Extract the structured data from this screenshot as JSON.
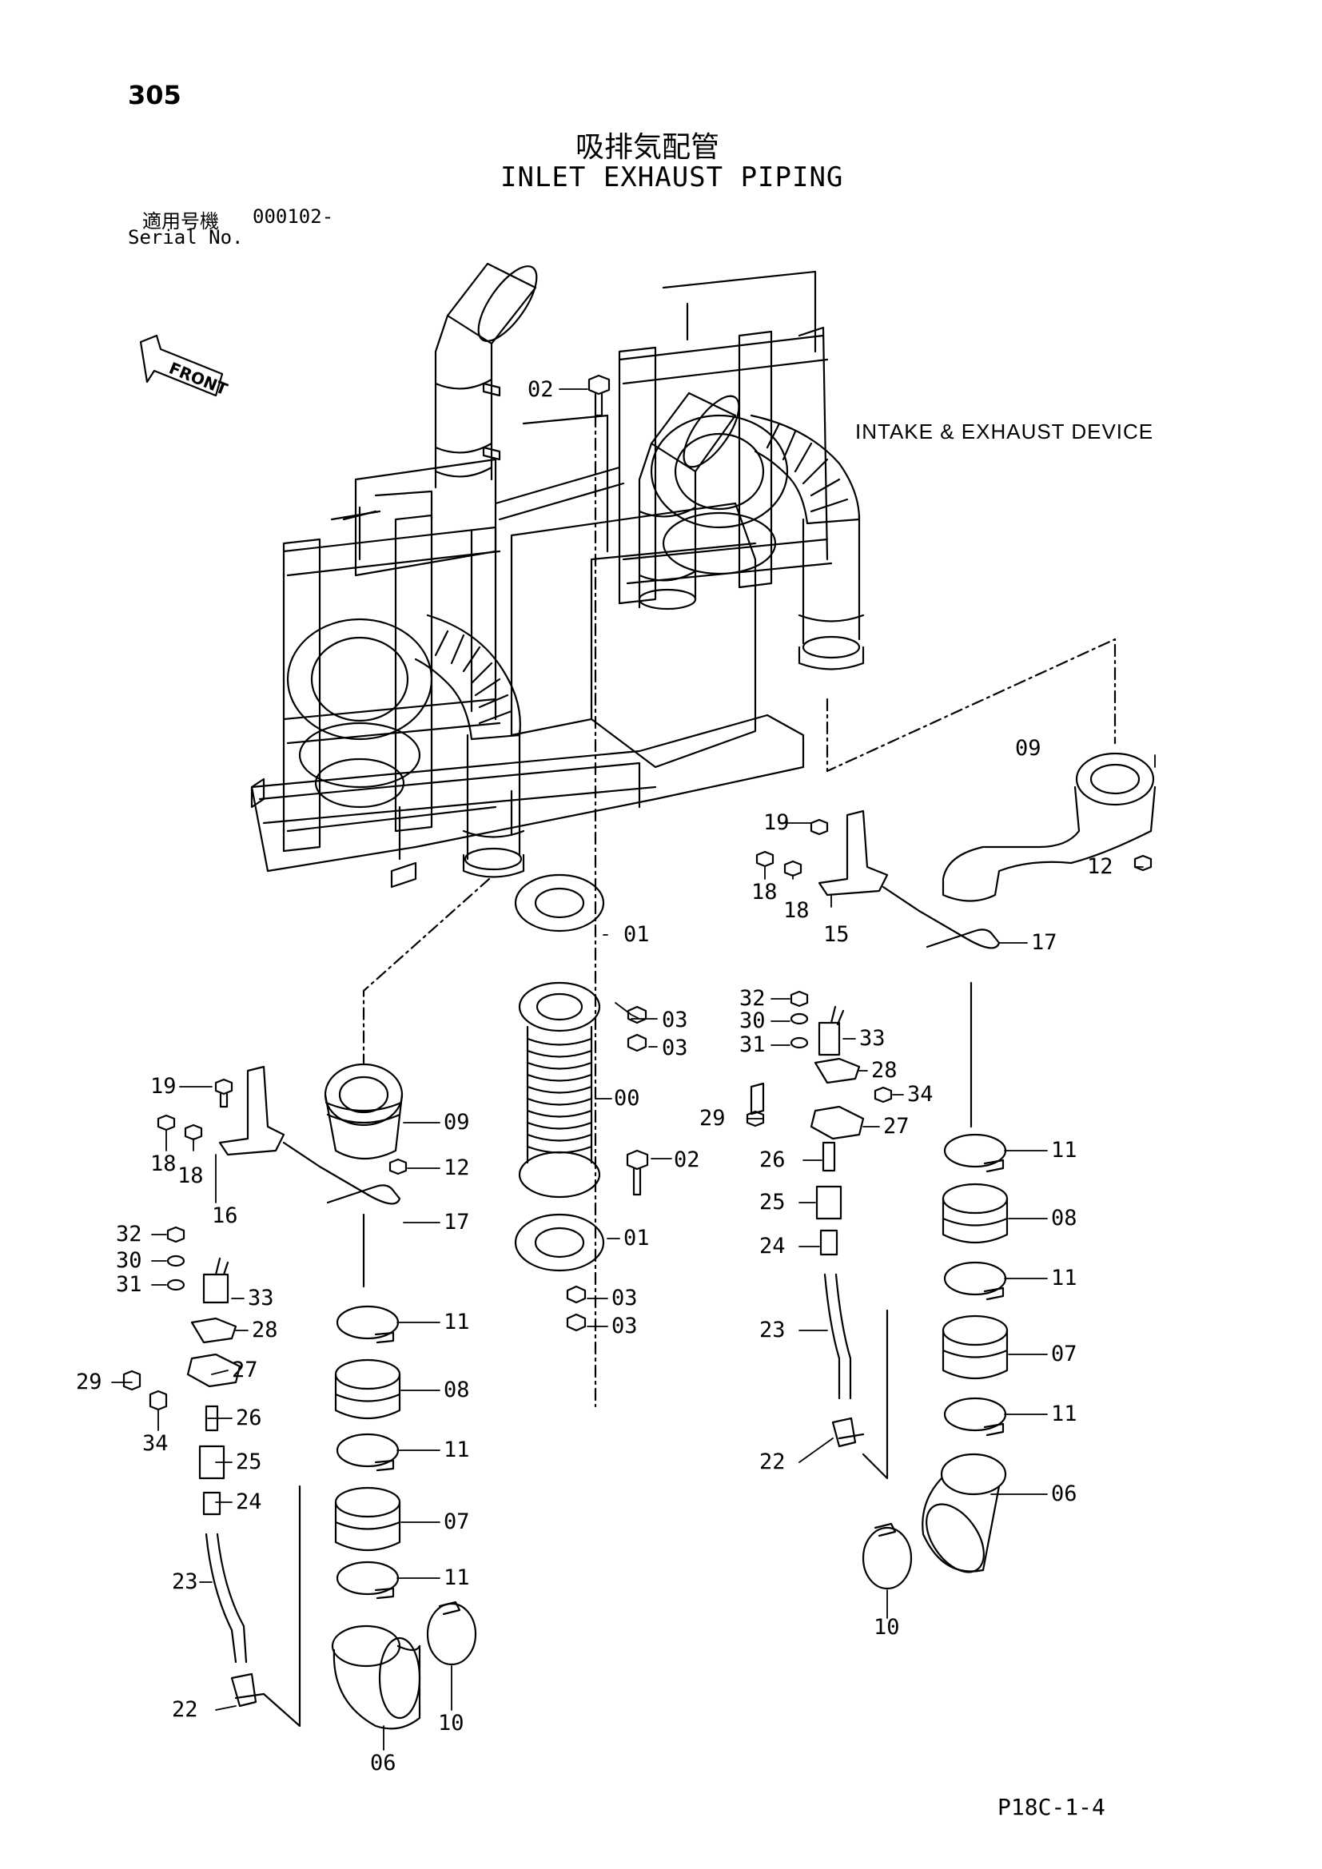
{
  "page_number": "305",
  "title_jp": "吸排気配管",
  "title_en": "INLET EXHAUST PIPING",
  "serial": {
    "label_jp": "適用号機",
    "value": "000102-",
    "label_en": "Serial No."
  },
  "front_arrow_label": "FRONT",
  "device_label": "INTAKE & EXHAUST DEVICE",
  "sheet_code": "P18C-1-4",
  "callouts": {
    "c02a": "02",
    "c01a": "01",
    "c03a": "03",
    "c03b": "03",
    "c00": "00",
    "c02b": "02",
    "c01b": "01",
    "c03c": "03",
    "c03d": "03",
    "c09a": "09",
    "c12a": "12",
    "c17a": "17",
    "c11a": "11",
    "c08a": "08",
    "c11b": "11",
    "c07a": "07",
    "c11c": "11",
    "c06a": "06",
    "c10a": "10",
    "c19a": "19",
    "c18a": "18",
    "c18b": "18",
    "c16": "16",
    "c32a": "32",
    "c30a": "30",
    "c31a": "31",
    "c33a": "33",
    "c28a": "28",
    "c29a": "29",
    "c27a": "27",
    "c34a": "34",
    "c26a": "26",
    "c25a": "25",
    "c24a": "24",
    "c23a": "23",
    "c22a": "22",
    "c09b": "09",
    "c12b": "12",
    "c19b": "19",
    "c18c": "18",
    "c18d": "18",
    "c15": "15",
    "c17b": "17",
    "c32b": "32",
    "c30b": "30",
    "c31b": "31",
    "c33b": "33",
    "c28b": "28",
    "c34b": "34",
    "c29b": "29",
    "c27b": "27",
    "c26b": "26",
    "c25b": "25",
    "c24b": "24",
    "c23b": "23",
    "c22b": "22",
    "c11d": "11",
    "c08b": "08",
    "c11e": "11",
    "c07b": "07",
    "c11f": "11",
    "c06b": "06",
    "c10b": "10"
  }
}
